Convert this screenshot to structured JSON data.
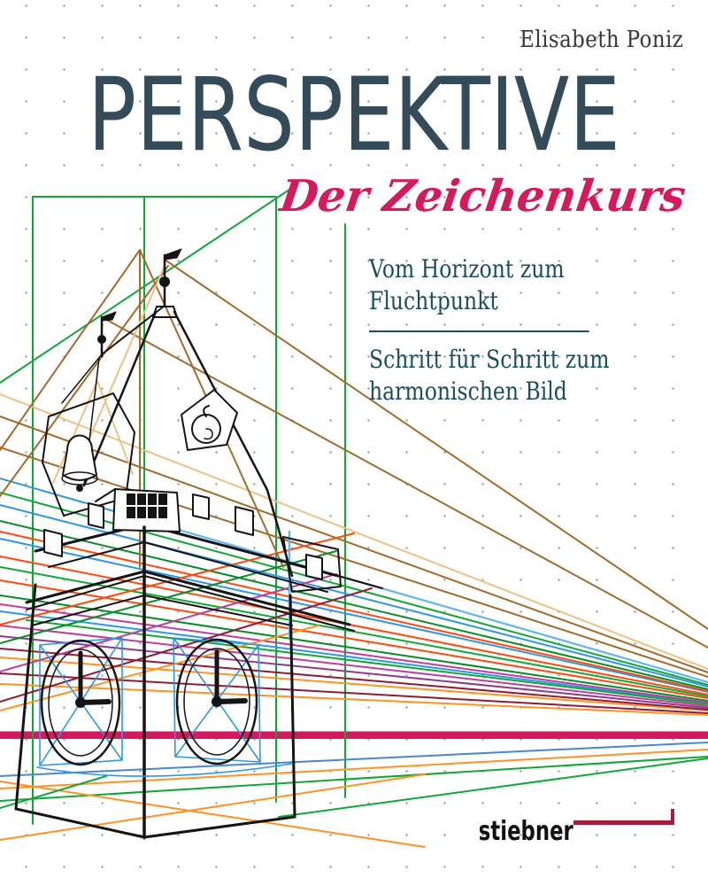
{
  "cover": {
    "author": "Elisabeth Poniz",
    "title": "PERSPEKTIVE",
    "subtitle_script": "Der Zeichenkurs",
    "tagline_top_line1": "Vom Horizont zum",
    "tagline_top_line2": "Fluchtpunkt",
    "tagline_bottom_line1": "Schritt für Schritt zum",
    "tagline_bottom_line2": "harmonischen Bild",
    "publisher": "stiebner"
  },
  "illustration": {
    "subject": "clock-tower perspective construction drawing with vanishing-point lines on dotted grid",
    "clock_time": "3:00"
  },
  "colors": {
    "title_slate": "#344b59",
    "accent_pink": "#d4195c",
    "horizon_band_pink": "#d5195e",
    "tagline_teal": "#1a4f58",
    "author_gray": "#383838",
    "publisher_black": "#111111",
    "publisher_rule_red": "#a41d3c",
    "line_green": "#12a637",
    "line_dark_green": "#0a8a28",
    "line_blue": "#2e97e2",
    "line_light_blue": "#62b8ea",
    "line_orange_red": "#fb4a0e",
    "line_orange": "#fd9225",
    "line_brown": "#a26b2a",
    "line_tan": "#eec083",
    "line_magenta": "#bc3f9b",
    "line_purple": "#8d3a8d",
    "line_dark_red": "#8c1c38",
    "line_black": "#141414",
    "grid_dot_gray": "#b3b1ae"
  }
}
